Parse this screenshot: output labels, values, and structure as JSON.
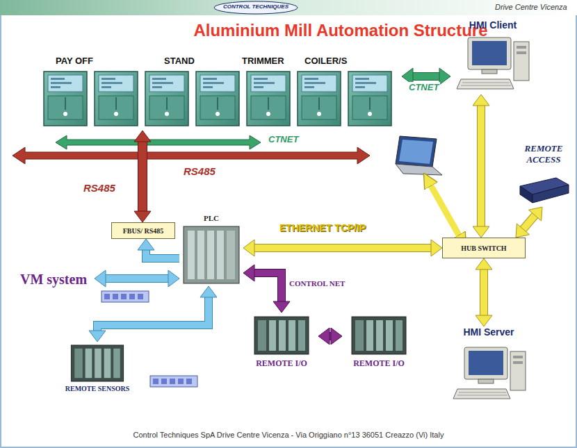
{
  "diagram": {
    "title": "Aluminium Mill Automation Structure",
    "caption": "Control Techniques SpA Drive Centre Vicenza - Via Origgiano n°13 36051 Creazzo (Vi) Italy",
    "nodes": [
      {
        "text": [
          "PAY OFF",
          "STAND",
          "TRIMMER",
          "COILER/S"
        ]
      },
      {
        "text": [
          "HMI Client"
        ]
      },
      {
        "text": [
          "REMOTE ACCESS"
        ]
      },
      {
        "text": [
          "FBUS/ RS485"
        ]
      },
      {
        "text": [
          "PLC"
        ]
      },
      {
        "text": [
          "HUB SWITCH"
        ]
      },
      {
        "text": [
          "VM system"
        ]
      },
      {
        "text": [
          "REMOTE I/O"
        ]
      },
      {
        "text": [
          "REMOTE I/O"
        ]
      },
      {
        "text": [
          "HMI Server"
        ]
      },
      {
        "text": [
          "REMOTE SENSORS"
        ]
      }
    ],
    "edges": [
      {
        "from": 0,
        "to": 1,
        "arrow": "both",
        "label": "CTNET"
      },
      {
        "from": 0,
        "to": 3,
        "arrow": "both",
        "label": "RS485"
      },
      {
        "from": 4,
        "to": 3,
        "arrow": "to"
      },
      {
        "from": 6,
        "to": 4,
        "arrow": "both"
      },
      {
        "from": 4,
        "to": 5,
        "arrow": "both",
        "label": "ETHERNET TCP/IP"
      },
      {
        "from": 4,
        "to": 7,
        "arrow": "both",
        "label": "CONTROL NET"
      },
      {
        "from": 7,
        "to": 8,
        "arrow": "both"
      },
      {
        "from": 4,
        "to": 10,
        "arrow": "both"
      },
      {
        "from": 5,
        "to": 1,
        "arrow": "both"
      },
      {
        "from": 5,
        "to": 2,
        "arrow": "both"
      },
      {
        "from": 5,
        "to": 9,
        "arrow": "both"
      }
    ],
    "labels": [
      "CONTROL TECHNIQUES",
      "Drive Centre Vicenza",
      "CTNET",
      "RS485"
    ]
  }
}
